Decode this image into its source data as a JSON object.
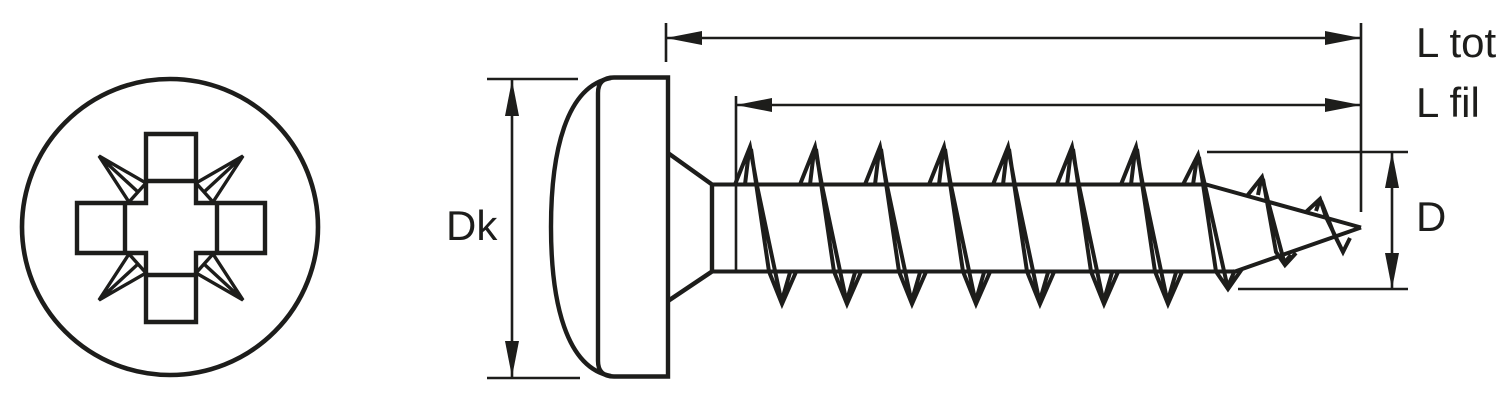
{
  "diagram": {
    "kind": "screw-dimension-drawing",
    "labels": {
      "total_length": "L tot",
      "thread_length": "L fil",
      "head_diameter": "Dk",
      "thread_diameter": "D"
    },
    "colors": {
      "line": "#1d1d1b",
      "background": "#ffffff"
    }
  }
}
